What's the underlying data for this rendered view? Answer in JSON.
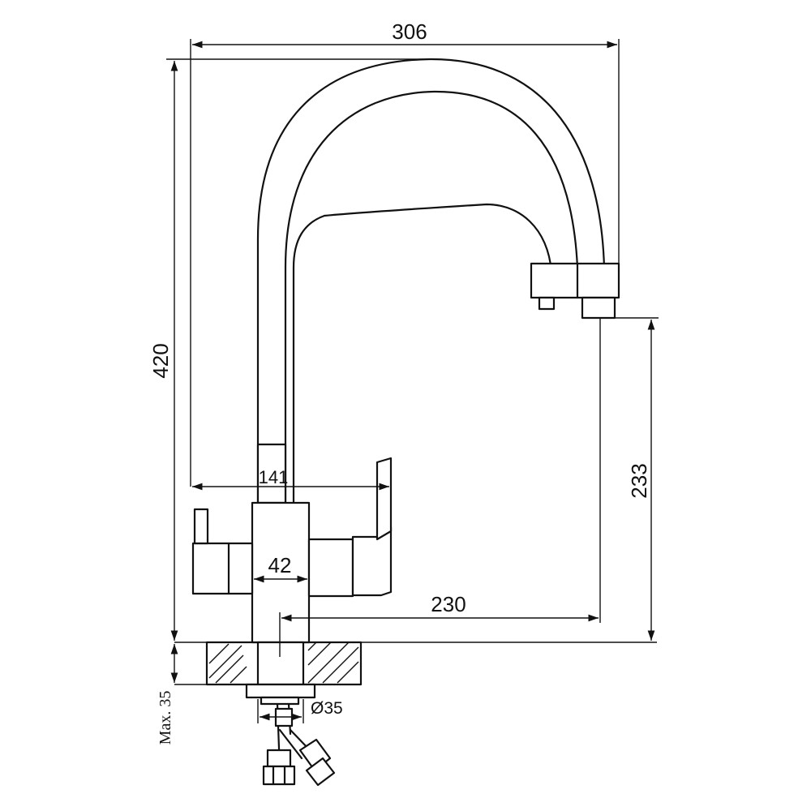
{
  "dimensions": {
    "overall_width": "306",
    "overall_height": "420",
    "spout_height": "233",
    "spout_reach": "230",
    "handle_span": "141",
    "body_width": "42",
    "hole_diameter": "Ø35",
    "max_counter_thickness": "Max. 35"
  },
  "colors": {
    "ink": "#111111",
    "background": "#ffffff"
  }
}
